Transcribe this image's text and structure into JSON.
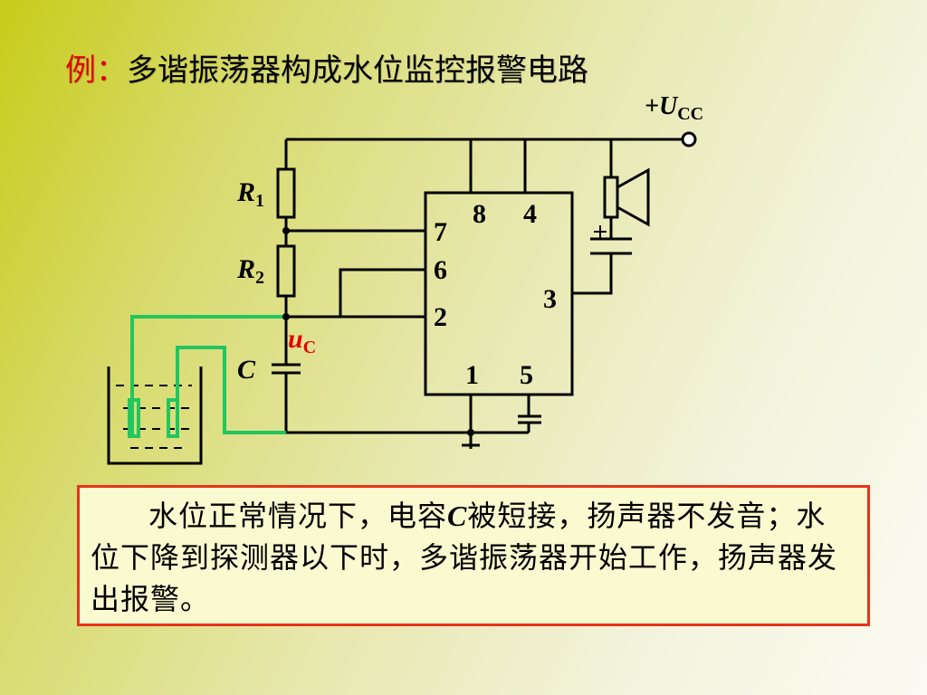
{
  "title": {
    "prefix": "例：",
    "text": "多谐振荡器构成水位监控报警电路"
  },
  "circuit": {
    "supply_label": "+U",
    "supply_sub": "CC",
    "r1_label": "R",
    "r1_sub": "1",
    "r2_label": "R",
    "r2_sub": "2",
    "cap_label": "C",
    "uc_label": "u",
    "uc_sub": "C",
    "pins": {
      "p8": "8",
      "p4": "4",
      "p7": "7",
      "p6": "6",
      "p2": "2",
      "p3": "3",
      "p1": "1",
      "p5": "5"
    },
    "colors": {
      "wire": "#000000",
      "probe": "#22c55e",
      "uc_label": "#e00000"
    }
  },
  "note": {
    "part1": "水位正常情况下，电容",
    "c_letter": "C",
    "part2": "被短接，扬声器不发音；水位下降到探测器以下时，多谐振荡器开始工作，扬声器发出报警。"
  }
}
